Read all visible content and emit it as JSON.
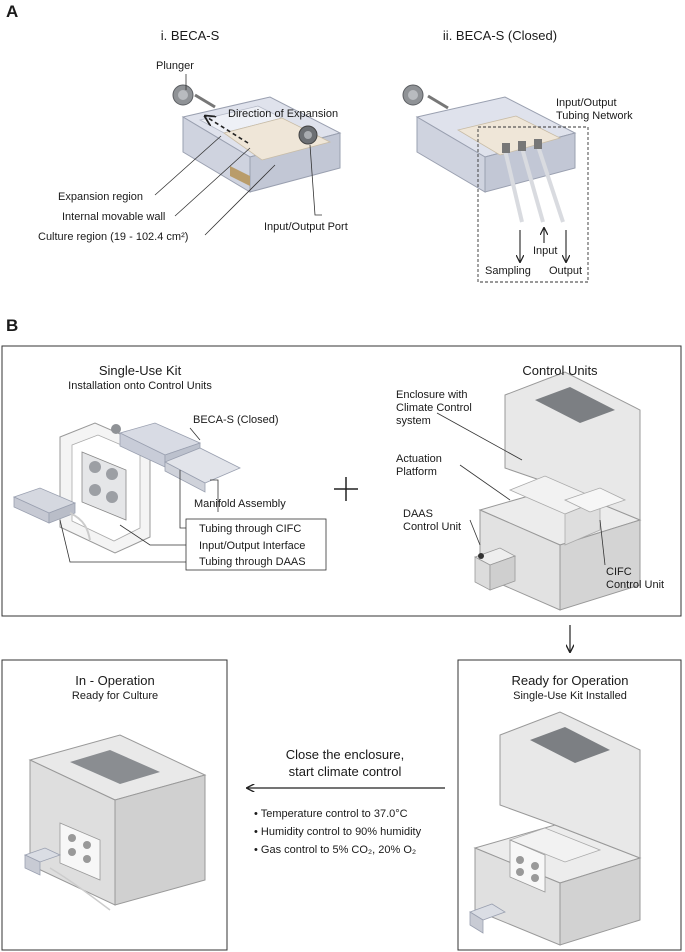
{
  "panel_a": {
    "letter": "A",
    "left_title": "i. BECA-S",
    "right_title": "ii. BECA-S (Closed)",
    "labels": {
      "plunger": "Plunger",
      "direction": "Direction of Expansion",
      "expansion": "Expansion region",
      "wall": "Internal movable wall",
      "culture": "Culture region (19 - 102.4 cm²)",
      "port": "Input/Output Port",
      "network_line1": "Input/Output",
      "network_line2": "Tubing Network",
      "input": "Input",
      "sampling": "Sampling",
      "output": "Output"
    }
  },
  "panel_b": {
    "letter": "B",
    "kit": {
      "title": "Single-Use Kit",
      "subtitle": "Installation onto Control Units",
      "beca_closed": "BECA-S (Closed)",
      "manifold": "Manifold Assembly",
      "tubing_cifc": "Tubing through CIFC",
      "io_interface": "Input/Output Interface",
      "tubing_daas": "Tubing through DAAS",
      "plus": "+"
    },
    "control": {
      "title": "Control Units",
      "enclosure_l1": "Enclosure with",
      "enclosure_l2": "Climate Control",
      "enclosure_l3": "system",
      "actuation_l1": "Actuation",
      "actuation_l2": "Platform",
      "daas_l1": "DAAS",
      "daas_l2": "Control Unit",
      "cifc_l1": "CIFC",
      "cifc_l2": "Control Unit"
    },
    "in_operation": {
      "title": "In - Operation",
      "subtitle": "Ready for Culture"
    },
    "ready": {
      "title": "Ready for Operation",
      "subtitle": "Single-Use Kit Installed"
    },
    "transition": {
      "line1": "Close the enclosure,",
      "line2": "start climate control",
      "bullets": [
        "Temperature control to 37.0°C",
        "Humidity control to 90% humidity",
        "Gas control to 5% CO₂, 20% O₂"
      ]
    }
  }
}
